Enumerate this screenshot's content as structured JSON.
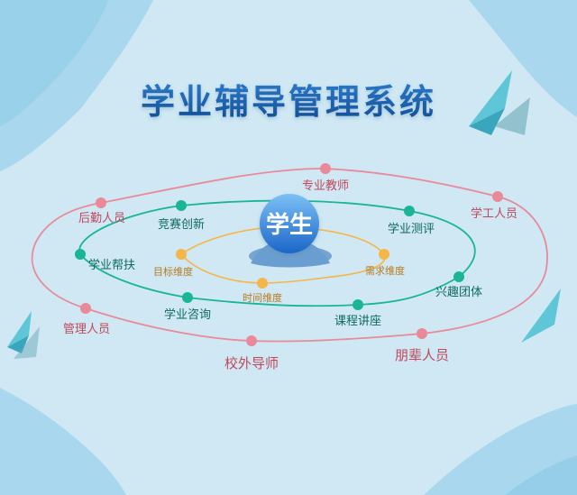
{
  "title": "学业辅导管理系统",
  "center": {
    "label": "学生"
  },
  "colors": {
    "outer": "#e88a9a",
    "middle": "#19b596",
    "inner": "#f5b548",
    "title": "#1f5fa8",
    "outer_text": "#c0485c",
    "middle_text": "#0f6b5e",
    "inner_text": "#b7791f",
    "center_grad_top": "#6fb6f2",
    "center_grad_bottom": "#1f6fd0"
  },
  "rings": {
    "outer": [
      "专业教师",
      "学工人员",
      "朋辈人员",
      "校外导师",
      "管理人员",
      "后勤人员"
    ],
    "middle": [
      "竞赛创新",
      "学业测评",
      "兴趣团体",
      "课程讲座",
      "学业咨询",
      "学业帮扶"
    ],
    "inner": [
      "目标维度",
      "需求维度",
      "时间维度"
    ]
  }
}
